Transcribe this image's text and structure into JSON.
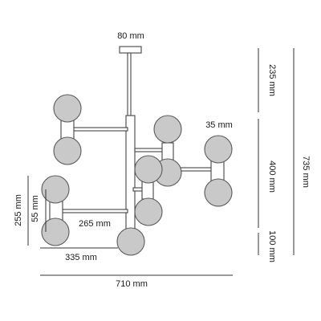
{
  "dimensions": {
    "canopy_width": "80 mm",
    "overall_width": "710 mm",
    "lower_arm_span": "335 mm",
    "arm_length": "265 mm",
    "globe_pair_height": "255 mm",
    "globe_offset": "55 mm",
    "small_gap": "35 mm",
    "stem_drop": "235 mm",
    "body_height": "400 mm",
    "bottom_drop": "100 mm",
    "overall_height": "735 mm"
  },
  "colors": {
    "line": "#444444",
    "globe_fill": "#c9c9c9",
    "globe_stroke": "#5a5a5a",
    "text": "#1a1a1a"
  }
}
